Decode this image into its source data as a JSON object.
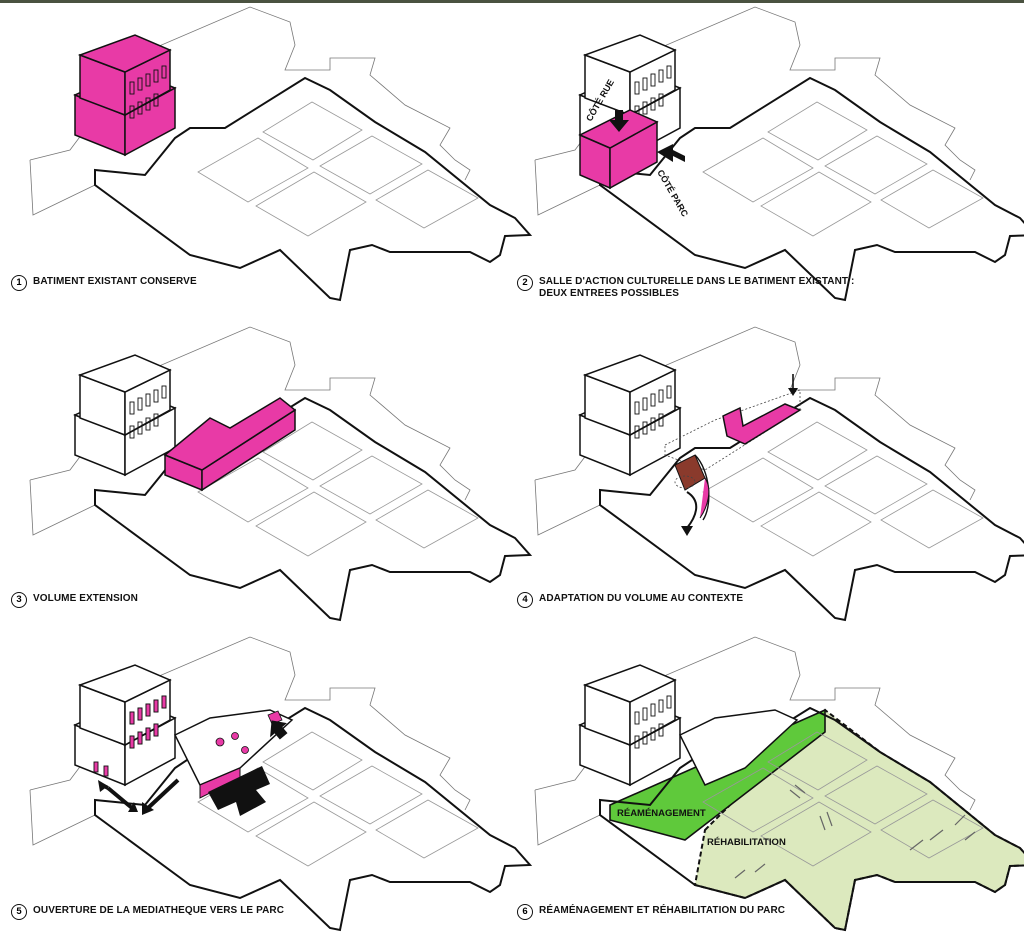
{
  "colors": {
    "magenta": "#e83aa6",
    "magenta_dark": "#b8227f",
    "green_bright": "#5fc93b",
    "green_pale": "#dce9be",
    "roof_brown": "#8a3a2c",
    "ink": "#111111",
    "outline_grey": "#8c8c8c",
    "topbar": "#4a5240"
  },
  "panels": [
    {
      "number": "1",
      "caption": [
        "BATIMENT EXISTANT CONSERVE"
      ]
    },
    {
      "number": "2",
      "caption": [
        "SALLE D'ACTION CULTURELLE DANS LE BATIMENT EXISTANT :",
        "DEUX ENTREES POSSIBLES"
      ],
      "labels": {
        "street_side": "CÔTÉ RUE",
        "park_side": "CÔTÉ PARC"
      }
    },
    {
      "number": "3",
      "caption": [
        "VOLUME EXTENSION"
      ]
    },
    {
      "number": "4",
      "caption": [
        "ADAPTATION DU VOLUME AU CONTEXTE"
      ]
    },
    {
      "number": "5",
      "caption": [
        "OUVERTURE DE LA MEDIATHEQUE VERS LE PARC"
      ]
    },
    {
      "number": "6",
      "caption": [
        "RÉAMÉNAGEMENT ET RÉHABILITATION DU PARC"
      ],
      "labels": {
        "redevelopment": "RÉAMÉNAGEMENT",
        "rehabilitation": "RÉHABILITATION"
      }
    }
  ]
}
